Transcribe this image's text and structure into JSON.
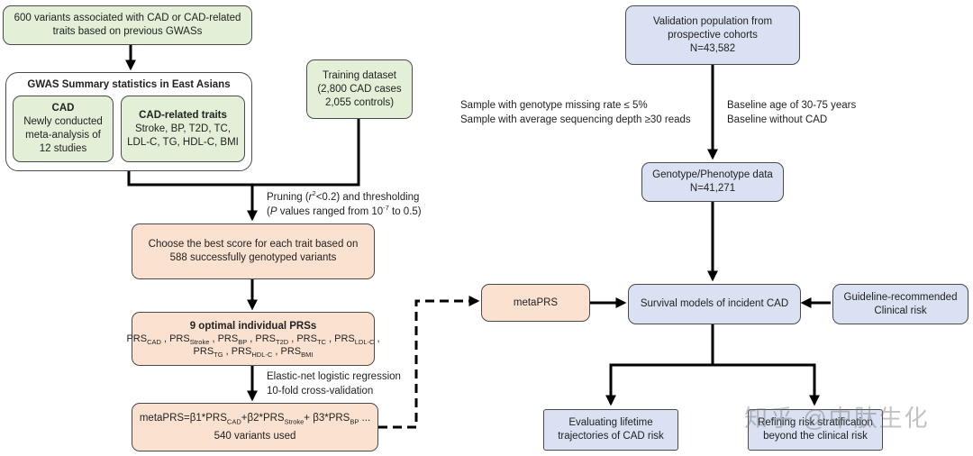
{
  "left": {
    "variants": {
      "line1": "600 variants associated with CAD or CAD-related",
      "line2": "traits based on previous GWASs"
    },
    "gwas": {
      "title": "GWAS Summary statistics in East Asians",
      "cad": {
        "title": "CAD",
        "line1": "Newly conducted",
        "line2": "meta-analysis of",
        "line3": "12 studies"
      },
      "related": {
        "title": "CAD-related traits",
        "line1": "Stroke, BP, T2D, TC,",
        "line2": "LDL-C, TG, HDL-C, BMI"
      }
    },
    "training": {
      "line1": "Training dataset",
      "line2": "(2,800 CAD cases",
      "line3": "2,055 controls)"
    },
    "pruning": {
      "a": "Pruning (",
      "r": "r",
      "r_sup": "2",
      "b": "<0.2) and thresholding",
      "c": "(",
      "p": "P",
      "d": " values ranged from 10",
      "exp": "-7",
      "e": " to 0.5)"
    },
    "best_score": {
      "line1": "Choose the best score for each trait based on",
      "line2": "588 successfully genotyped variants"
    },
    "optimal": {
      "title": "9 optimal individual PRSs",
      "prs": "PRS",
      "subs": [
        "CAD",
        "Stroke",
        "BP",
        "T2D",
        "TC",
        "LDL-C",
        "TG",
        "HDL-C",
        "BMI"
      ],
      "sep": " , "
    },
    "elastic": {
      "line1": "Elastic-net logistic regression",
      "line2": "10-fold cross-validation"
    },
    "metaprs_formula": {
      "lead": "metaPRS=β1*PRS",
      "s1": "CAD",
      "mid1": "+β2*PRS",
      "s2": "Stroke",
      "mid2": "+ β3*PRS",
      "s3": "BP",
      "tail": " ...",
      "variants_used": "540 variants used"
    }
  },
  "right": {
    "validation": {
      "line1": "Validation population from",
      "line2": "prospective cohorts",
      "line3": "N=43,582"
    },
    "filter_left": {
      "line1": "Sample with genotype missing rate ≤ 5%",
      "line2": "Sample with average sequencing depth ≥30 reads"
    },
    "filter_right": {
      "line1": "Baseline age of 30-75 years",
      "line2": "Baseline without CAD"
    },
    "genotype": {
      "line1": "Genotype/Phenotype data",
      "line2": "N=41,271"
    },
    "metaprs_box": "metaPRS",
    "survival": "Survival models of incident CAD",
    "guideline": {
      "line1": "Guideline-recommended",
      "line2": "Clinical risk"
    },
    "evaluating": {
      "line1": "Evaluating lifetime",
      "line2": "trajectories of CAD risk"
    },
    "refining": {
      "line1": "Refining risk stratification",
      "line2": "beyond the clinical risk"
    }
  },
  "watermark": "知乎 @中肽生化",
  "colors": {
    "green": "#e3efd7",
    "peach": "#fbe1d0",
    "blue": "#d9e1f2",
    "border": "#4a4a4a",
    "arrow": "#000000"
  }
}
